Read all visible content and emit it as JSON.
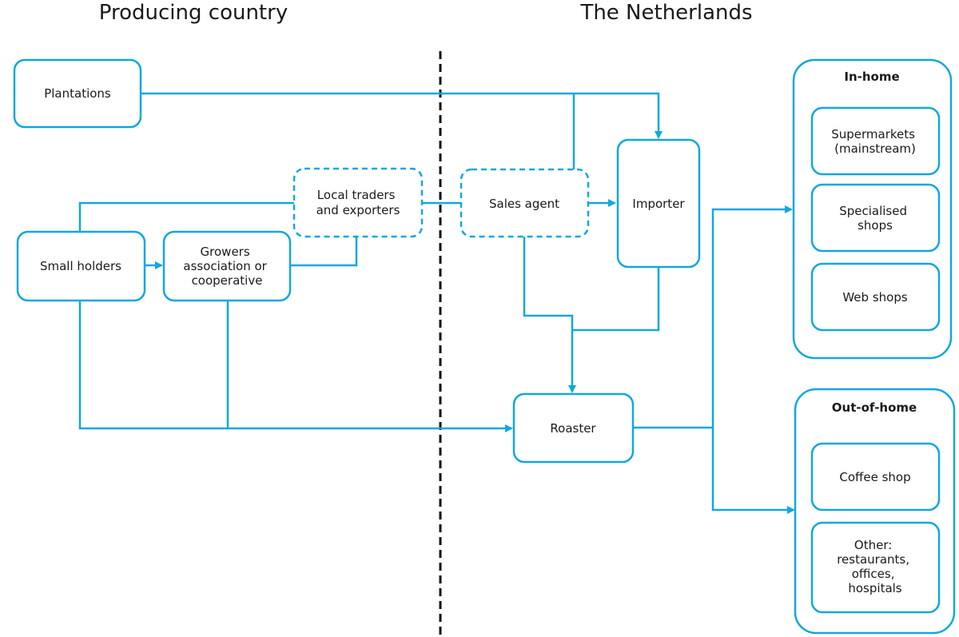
{
  "regions": {
    "left_title": "Producing country",
    "right_title": "The Netherlands"
  },
  "nodes": {
    "plantations": "Plantations",
    "small_holders": "Small holders",
    "growers": [
      "Growers",
      "association or",
      "cooperative"
    ],
    "local_traders": [
      "Local traders",
      "and exporters"
    ],
    "sales_agent": "Sales agent",
    "importer": "Importer",
    "roaster": "Roaster"
  },
  "in_home": {
    "title": "In-home",
    "supermarkets": [
      "Supermarkets",
      "(mainstream)"
    ],
    "specialised": [
      "Specialised",
      "shops"
    ],
    "web_shops": "Web shops"
  },
  "out_of_home": {
    "title": "Out-of-home",
    "coffee_shop": "Coffee shop",
    "other": [
      "Other:",
      "restaurants,",
      "offices,",
      "hospitals"
    ]
  },
  "colors": {
    "accent": "#12a8dc",
    "text": "#1a1a1a",
    "divider": "#111111"
  }
}
